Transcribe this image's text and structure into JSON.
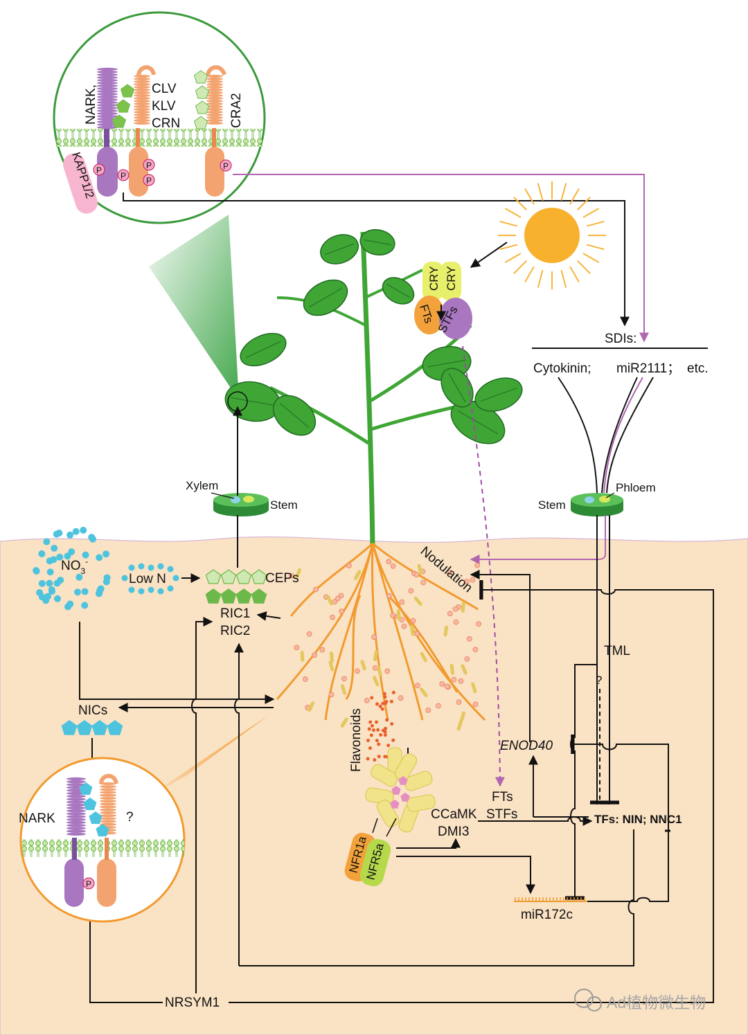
{
  "receptor_top": {
    "nark_label": "NARK,",
    "clv": "CLV",
    "klv": "KLV",
    "crn": "CRN",
    "cra2": "CRA2",
    "kapp": "KAPP1/2",
    "p": "P"
  },
  "light": {
    "cry1": "CRY",
    "cry2": "CRY",
    "fts": "FTs",
    "stfs": "STFs"
  },
  "signals": {
    "sdis": "SDIs:",
    "cytokinin": "Cytokinin;",
    "mir2111": "miR2111；",
    "etc": "etc."
  },
  "stems": {
    "xylem": "Xylem",
    "stem_left": "Stem",
    "stem_right": "Stem",
    "phloem": "Phloem"
  },
  "soil": {
    "no3": "NO",
    "no3_sub": "3",
    "no3_sup": "-",
    "low_n": "Low N",
    "ceps": "CEPs",
    "ric1": "RIC1",
    "ric2": "RIC2",
    "nics": "NICs",
    "nodulation": "Nodulation",
    "tml": "TML",
    "question": "?",
    "enod40": "ENOD40",
    "flavonoids": "Flavonoids",
    "fts": "FTs",
    "stfs": "STFs",
    "ccamk": "CCaMK",
    "dmi3": "DMI3",
    "tfs": "TFs: NIN; NNC1",
    "nfr1a": "NFR1a",
    "nfr5a": "NFR5a",
    "mir172c": "miR172c",
    "nrsym1": "NRSYM1"
  },
  "receptor_bottom": {
    "nark": "NARK",
    "question": "?",
    "p": "P"
  },
  "watermark": "Ad植物微生物",
  "colors": {
    "soil": "#fae2c4",
    "green": "#3fa535",
    "root": "#f29a2e",
    "purple": "#a877c0",
    "orange": "#f3a36f",
    "cyan": "#4ec3de",
    "pink_arrow": "#b066b0"
  }
}
